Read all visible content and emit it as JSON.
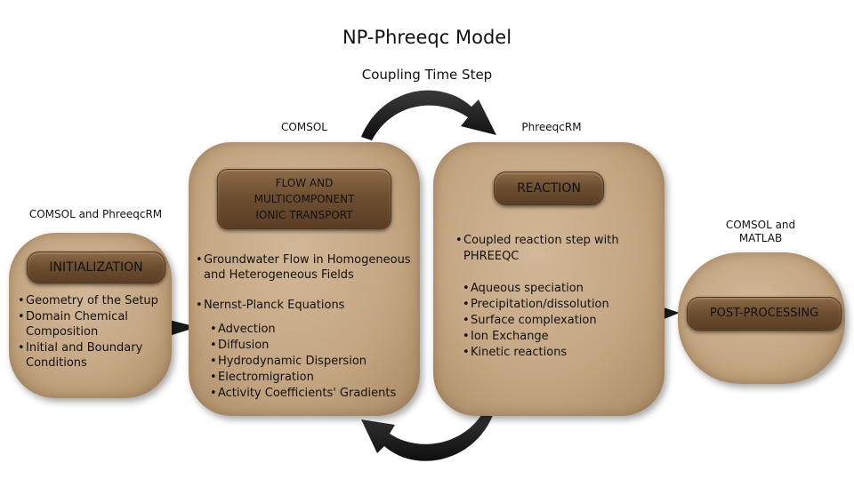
{
  "title": "NP-Phreeqc Model",
  "coupling_label": "Coupling Time Step",
  "init": {
    "tool": "COMSOL and PhreeqcRM",
    "heading": "INITIALIZATION",
    "items": [
      "Geometry of the Setup",
      "Domain Chemical",
      "Composition",
      "Initial and Boundary",
      "Conditions"
    ]
  },
  "transport": {
    "tool": "COMSOL",
    "heading": [
      "FLOW AND",
      "MULTICOMPONENT",
      "IONIC TRANSPORT"
    ],
    "items": [
      "Groundwater Flow in Homogeneous",
      "and Heterogeneous Fields",
      "Nernst-Planck Equations"
    ],
    "subitems": [
      "Advection",
      "Diffusion",
      "Hydrodynamic Dispersion",
      "Electromigration",
      "Activity Coefficients' Gradients"
    ]
  },
  "reaction": {
    "tool": "PhreeqcRM",
    "heading": "REACTION",
    "items": [
      "Coupled reaction step with",
      "PHREEQC"
    ],
    "subitems": [
      "Aqueous speciation",
      "Precipitation/dissolution",
      "Surface complexation",
      "Ion Exchange",
      "Kinetic reactions"
    ]
  },
  "post": {
    "tool": [
      "COMSOL and",
      "MATLAB"
    ],
    "heading": "POST-PROCESSING"
  },
  "colors": {
    "box": "#c4a682",
    "pill": "#6e4f30",
    "arrow": "#1a1a1a"
  }
}
